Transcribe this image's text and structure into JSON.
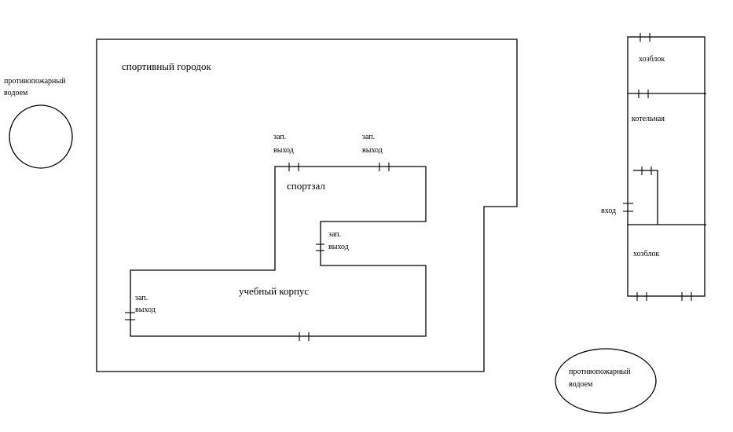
{
  "labels": {
    "sports_town": "спортивный городок",
    "gym": "спортзал",
    "school_building": "учебный корпус",
    "fire_pond_left_line1": "противопожарный",
    "fire_pond_left_line2": "водоем",
    "fire_pond_bottom_line1": "противопожарный",
    "fire_pond_bottom_line2": "водоем",
    "emergency_exit_line1": "зап.",
    "emergency_exit_line2": "выход",
    "utility_block_top": "хозблок",
    "boiler_room": "котельная",
    "utility_block_bottom": "хозблок",
    "entrance": "вход"
  }
}
